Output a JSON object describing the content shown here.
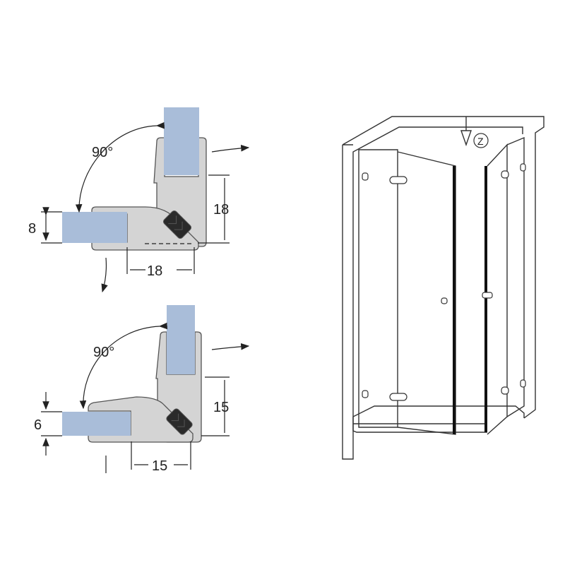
{
  "top_profile": {
    "angle_label": "90°",
    "glass_thickness_label": "8",
    "height_label": "18",
    "width_label": "18"
  },
  "bottom_profile": {
    "angle_label": "90°",
    "glass_thickness_label": "6",
    "height_label": "15",
    "width_label": "15"
  },
  "enclosure": {
    "view_marker_label": "Z"
  },
  "colors": {
    "glass": "#a9bdd9",
    "profile": "#d4d4d4",
    "magnet": "#2a2a2a"
  }
}
